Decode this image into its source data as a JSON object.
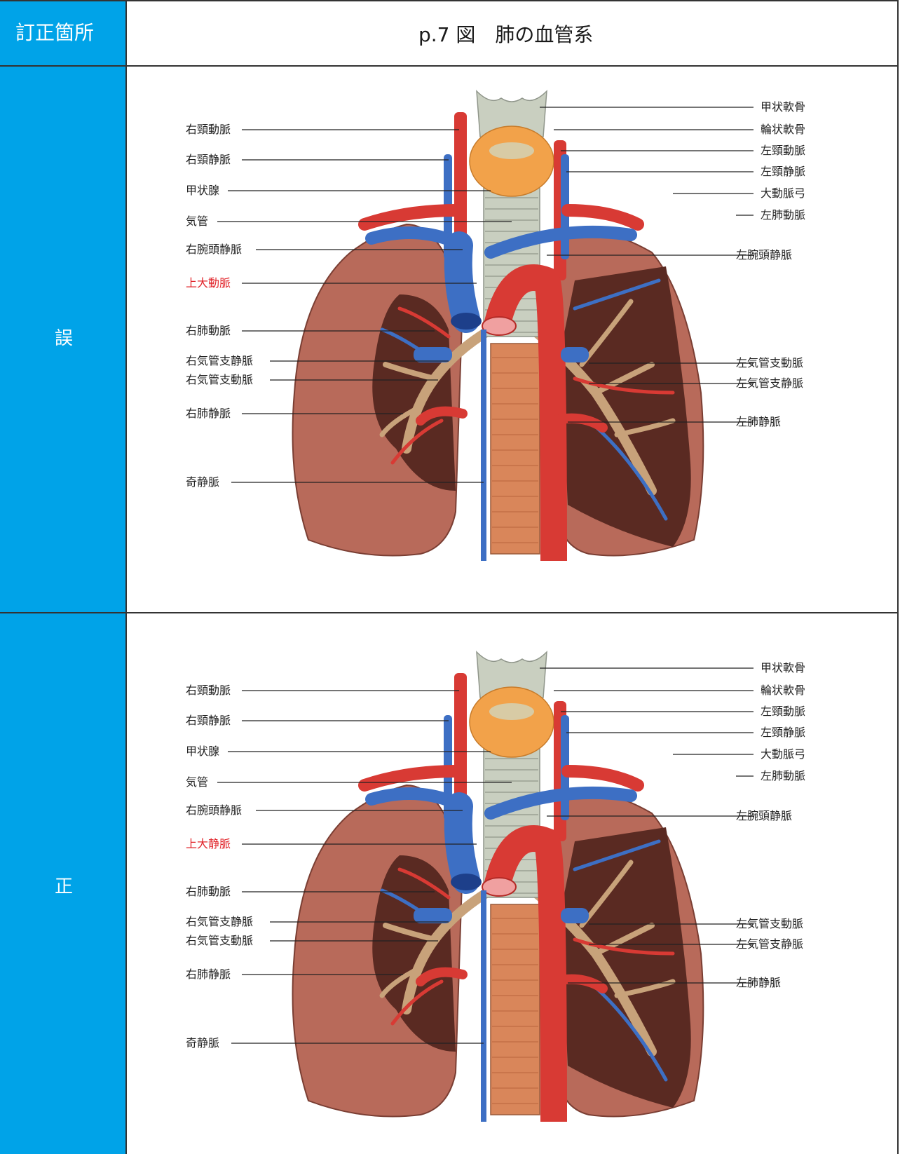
{
  "header": {
    "column_label": "訂正箇所",
    "title": "p.7 図　肺の血管系"
  },
  "rows": [
    {
      "label": "誤"
    },
    {
      "label": "正"
    }
  ],
  "left_labels": [
    "右頸動脈",
    "右頸静脈",
    "甲状腺",
    "気管",
    "右腕頭静脈",
    "上大動脈",
    "右肺動脈",
    "右気管支静脈",
    "右気管支動脈",
    "右肺静脈",
    "奇静脈"
  ],
  "left_labels_correct": [
    "右頸動脈",
    "右頸静脈",
    "甲状腺",
    "気管",
    "右腕頭静脈",
    "上大静脈",
    "右肺動脈",
    "右気管支静脈",
    "右気管支動脈",
    "右肺静脈",
    "奇静脈"
  ],
  "right_labels": [
    "甲状軟骨",
    "輪状軟骨",
    "左頸動脈",
    "左頸静脈",
    "大動脈弓",
    "左肺動脈",
    "左腕頭静脈",
    "左気管支動脈",
    "左気管支静脈",
    "左肺静脈"
  ],
  "colors": {
    "header_blue": "#00a3e8",
    "border": "#333333",
    "highlight_red": "#e1242a"
  }
}
